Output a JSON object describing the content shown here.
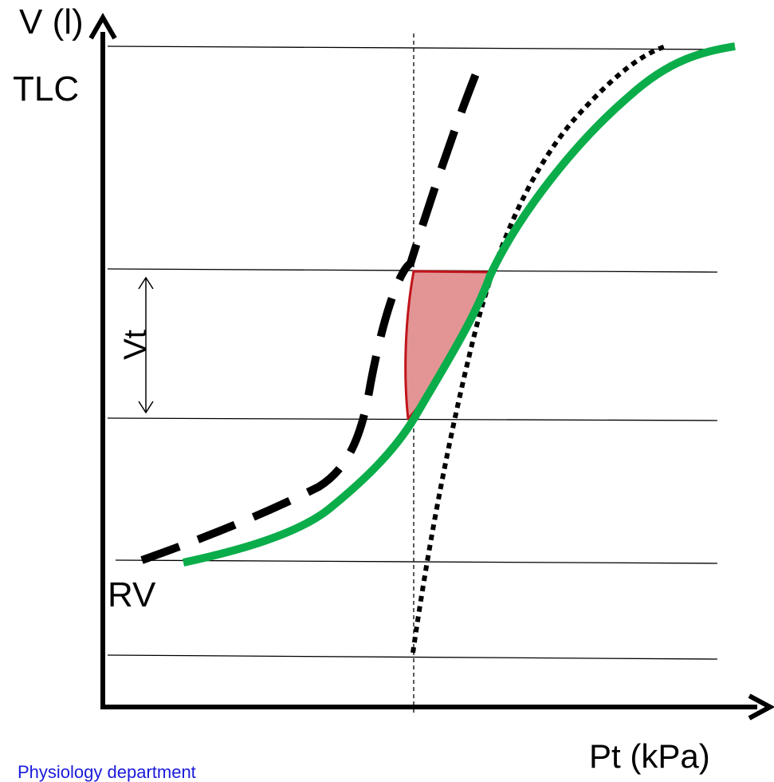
{
  "labels": {
    "y_axis": "V (l)",
    "x_axis": "Pt (kPa)",
    "tlc": "TLC",
    "rv": "RV",
    "vt": "Vt"
  },
  "footer": {
    "text": "Physiology department"
  },
  "colors": {
    "green_curve": "#0aad4a",
    "loop_fill": "#e39595",
    "loop_stroke": "#c0141a",
    "axis": "#000000",
    "footer_text": "#1a1adb"
  }
}
